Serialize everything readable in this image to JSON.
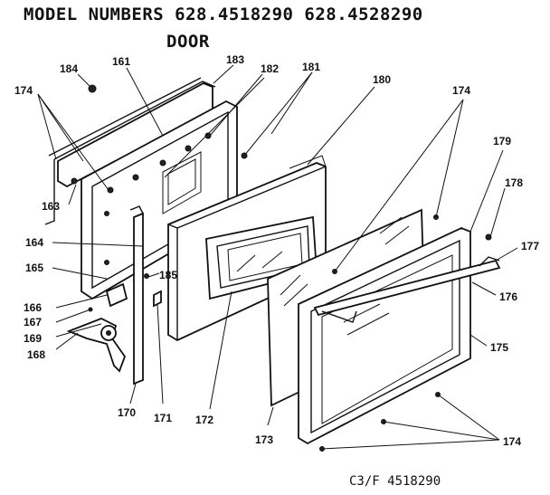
{
  "title": {
    "line1": "MODEL NUMBERS 628.4518290 628.4528290",
    "line2": "DOOR"
  },
  "footer_ref": "C3/F 4518290",
  "part_labels": [
    {
      "id": "p184",
      "text": "184"
    },
    {
      "id": "p161",
      "text": "161"
    },
    {
      "id": "p183",
      "text": "183"
    },
    {
      "id": "p182",
      "text": "182"
    },
    {
      "id": "p181",
      "text": "181"
    },
    {
      "id": "p180",
      "text": "180"
    },
    {
      "id": "p174a",
      "text": "174"
    },
    {
      "id": "p174b",
      "text": "174"
    },
    {
      "id": "p174c",
      "text": "174"
    },
    {
      "id": "p179",
      "text": "179"
    },
    {
      "id": "p178",
      "text": "178"
    },
    {
      "id": "p177",
      "text": "177"
    },
    {
      "id": "p176",
      "text": "176"
    },
    {
      "id": "p175",
      "text": "175"
    },
    {
      "id": "p163",
      "text": "163"
    },
    {
      "id": "p164",
      "text": "164"
    },
    {
      "id": "p165",
      "text": "165"
    },
    {
      "id": "p185",
      "text": "185"
    },
    {
      "id": "p166",
      "text": "166"
    },
    {
      "id": "p167",
      "text": "167"
    },
    {
      "id": "p169",
      "text": "169"
    },
    {
      "id": "p168",
      "text": "168"
    },
    {
      "id": "p170",
      "text": "170"
    },
    {
      "id": "p171",
      "text": "171"
    },
    {
      "id": "p172",
      "text": "172"
    },
    {
      "id": "p173",
      "text": "173"
    }
  ]
}
